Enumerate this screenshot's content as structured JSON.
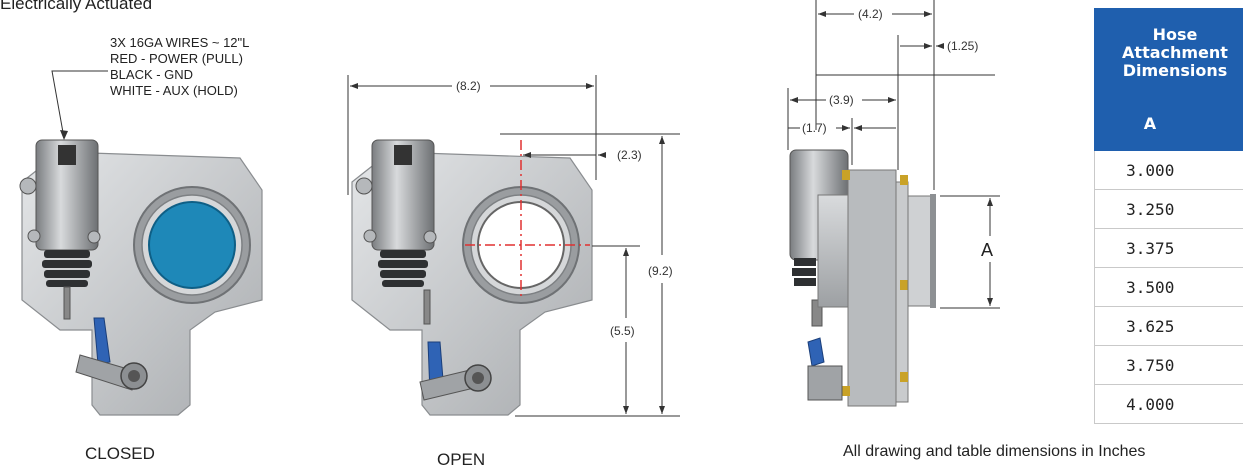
{
  "header": {
    "title": "Electrically Actuated"
  },
  "wire_note": {
    "lines": [
      "3X 16GA WIRES ~ 12\"L",
      "RED - POWER (PULL)",
      "BLACK - GND",
      "WHITE - AUX (HOLD)"
    ]
  },
  "captions": {
    "closed": "CLOSED",
    "open": "OPEN"
  },
  "front_dims": {
    "width": "(8.2)",
    "offset": "(2.3)",
    "height": "(9.2)",
    "center": "(5.5)"
  },
  "side_dims": {
    "d1": "(4.2)",
    "d2": "(1.25)",
    "d3": "(3.9)",
    "d4": "(1.7)",
    "a_label": "A"
  },
  "table": {
    "title_lines": [
      "Hose",
      "Attachment",
      "Dimensions"
    ],
    "column": "A",
    "values": [
      "3.000",
      "3.250",
      "3.375",
      "3.500",
      "3.625",
      "3.750",
      "4.000"
    ]
  },
  "footnote": "All drawing and table dimensions in Inches",
  "colors": {
    "table_header": "#1f5fae",
    "port_closed": "#1e88b8",
    "body": "#c8cacc",
    "centerline": "#e03030"
  }
}
